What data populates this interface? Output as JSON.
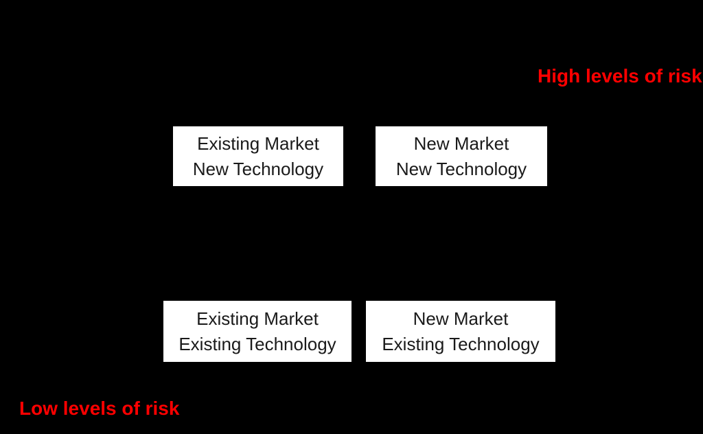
{
  "colors": {
    "background": "#000000",
    "box_fill": "#FFFFFF",
    "box_text": "#1A1A1A",
    "risk_label_text": "#FF0000"
  },
  "risk_labels": {
    "high": "High levels of risk",
    "low": "Low levels of risk"
  },
  "quadrants": [
    {
      "line1": "Existing Market",
      "line2": "New Technology"
    },
    {
      "line1": "New Market",
      "line2": "New Technology"
    },
    {
      "line1": "Existing Market",
      "line2": "Existing Technology"
    },
    {
      "line1": "New Market",
      "line2": "Existing Technology"
    }
  ]
}
